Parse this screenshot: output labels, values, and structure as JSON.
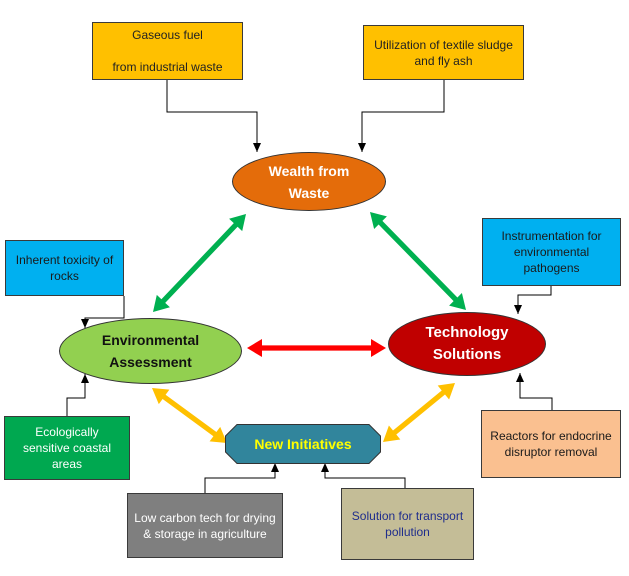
{
  "colors": {
    "wealth_fill": "#e46c0a",
    "env_fill": "#92d050",
    "tech_fill": "#c00000",
    "new_fill": "#31859c",
    "arrow_green": "#00b050",
    "arrow_red": "#ff0000",
    "arrow_gold": "#ffc000"
  },
  "nodes": {
    "wealth": "Wealth from\nWaste",
    "environment": "Environmental\nAssessment",
    "technology": "Technology\nSolutions",
    "new_initiatives": "New Initiatives"
  },
  "boxes": {
    "gaseous_fuel": "Gaseous fuel\n\nfrom industrial waste",
    "textile_sludge": "Utilization of textile sludge\nand fly ash",
    "toxicity_rocks": "Inherent toxicity of\nrocks",
    "instrumentation": "Instrumentation for\nenvironmental\npathogens",
    "coastal_areas": "Ecologically\nsensitive coastal\nareas",
    "reactors": "Reactors for endocrine\ndisruptor removal",
    "low_carbon": "Low carbon tech for drying\n& storage in agriculture",
    "transport": "Solution for transport\npollution"
  }
}
